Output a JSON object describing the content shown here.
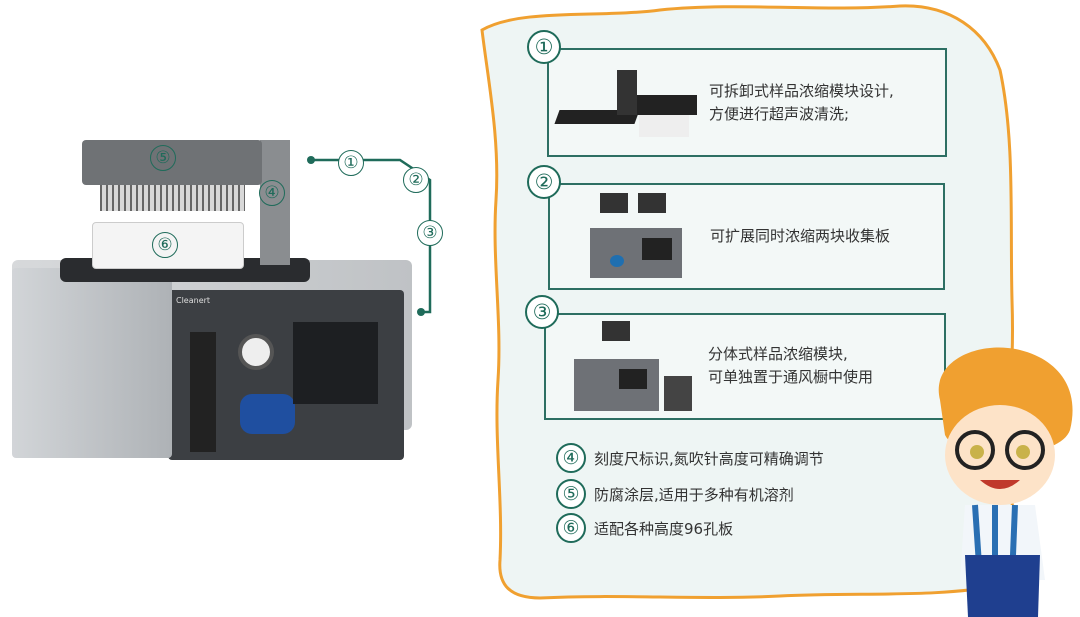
{
  "device": {
    "brand_logo": "Cleanert",
    "labels": {
      "four": "④",
      "five": "⑤",
      "six": "⑥"
    }
  },
  "callouts": [
    "①",
    "②",
    "③"
  ],
  "features": [
    {
      "number": "①",
      "lines": [
        "可拆卸式样品浓缩模块设计,",
        "方便进行超声波清洗;"
      ]
    },
    {
      "number": "②",
      "lines": [
        "可扩展同时浓缩两块收集板"
      ]
    },
    {
      "number": "③",
      "lines": [
        "分体式样品浓缩模块,",
        "可单独置于通风橱中使用"
      ]
    }
  ],
  "items": [
    {
      "number": "④",
      "text": "刻度尺标识,氮吹针高度可精确调节"
    },
    {
      "number": "⑤",
      "text": "防腐涂层,适用于多种有机溶剂"
    },
    {
      "number": "⑥",
      "text": "适配各种高度96孔板"
    }
  ],
  "colors": {
    "teal": "#1f6b5a",
    "orange": "#f0a030",
    "panel": "#eef5f4"
  }
}
